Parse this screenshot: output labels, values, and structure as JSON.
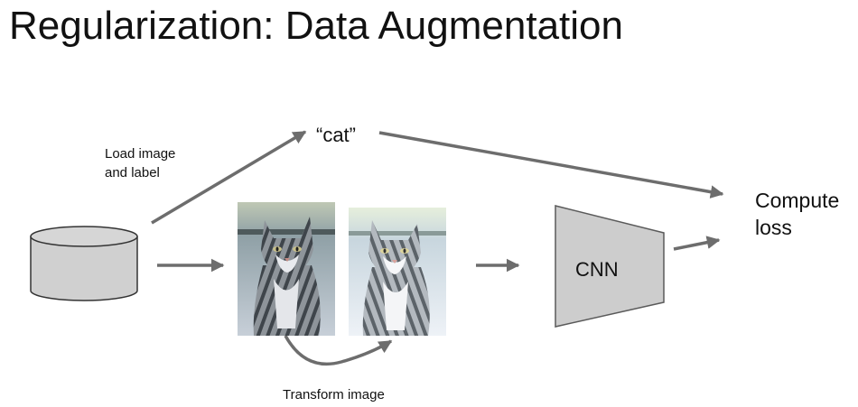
{
  "title": "Regularization: Data Augmentation",
  "labels": {
    "load": "Load image\nand label",
    "cat": "“cat”",
    "compute": "Compute\nloss",
    "transform": "Transform image",
    "cnn": "CNN"
  },
  "colors": {
    "arrow": "#6d6d6d",
    "shape_fill": "#cfcfcf",
    "shape_stroke": "#333333"
  },
  "icons": {
    "database": "database-cylinder-icon",
    "cat_original": "cat-photo",
    "cat_augmented": "cat-photo-augmented"
  }
}
